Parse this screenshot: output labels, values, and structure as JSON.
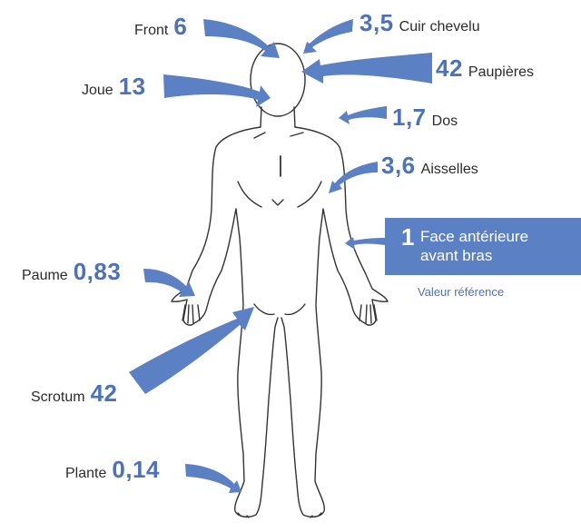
{
  "sites": {
    "front": {
      "label": "Front",
      "value": "6"
    },
    "cuir_chevelu": {
      "label": "Cuir chevelu",
      "value": "3,5"
    },
    "joue": {
      "label": "Joue",
      "value": "13"
    },
    "paupieres": {
      "label": "Paupières",
      "value": "42"
    },
    "dos": {
      "label": "Dos",
      "value": "1,7"
    },
    "aisselles": {
      "label": "Aisselles",
      "value": "3,6"
    },
    "paume": {
      "label": "Paume",
      "value": "0,83"
    },
    "scrotum": {
      "label": "Scrotum",
      "value": "42"
    },
    "plante": {
      "label": "Plante",
      "value": "0,14"
    }
  },
  "reference": {
    "value": "1",
    "line1": "Face antérieure",
    "line2": "avant bras",
    "note": "Valeur référence"
  },
  "colors": {
    "accent": "#4d72b8",
    "box": "#5b80c4",
    "outline": "#333333"
  }
}
